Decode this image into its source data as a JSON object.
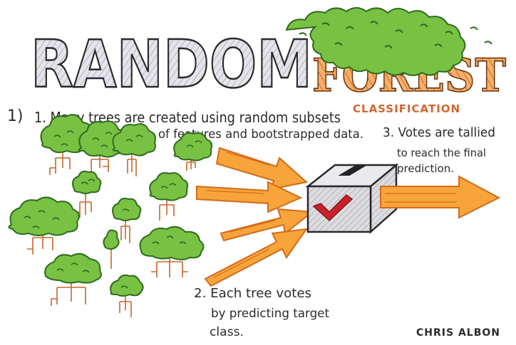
{
  "title": {
    "word1": "RANDOM",
    "word2": "FOREST",
    "subtitle": "CLASSIFICATION"
  },
  "step1": {
    "prefix": "1)",
    "line1": "1. Many trees are created using random subsets",
    "line2": "of features and bootstrapped data."
  },
  "step2": {
    "line1": "2. Each tree votes",
    "line2": "by predicting target",
    "line3": "class."
  },
  "step3": {
    "line1": "3. Votes are tallied",
    "line2": "to reach the final",
    "line3": "prediction."
  },
  "author": "CHRIS ALBON",
  "colors": {
    "foliage": "#79c143",
    "foliage_dark": "#3e8a2a",
    "trunk": "#c8662c",
    "title_gray": "#d7d7df",
    "forest_orange": "#d9772f",
    "subtitle": "#d5652a",
    "arrow": "#f7a53a",
    "box": "#d9d9dd",
    "check": "#c8222b"
  },
  "icons": [
    "tree-icon",
    "arrow-icon",
    "ballot-box-icon",
    "checkmark-icon"
  ]
}
